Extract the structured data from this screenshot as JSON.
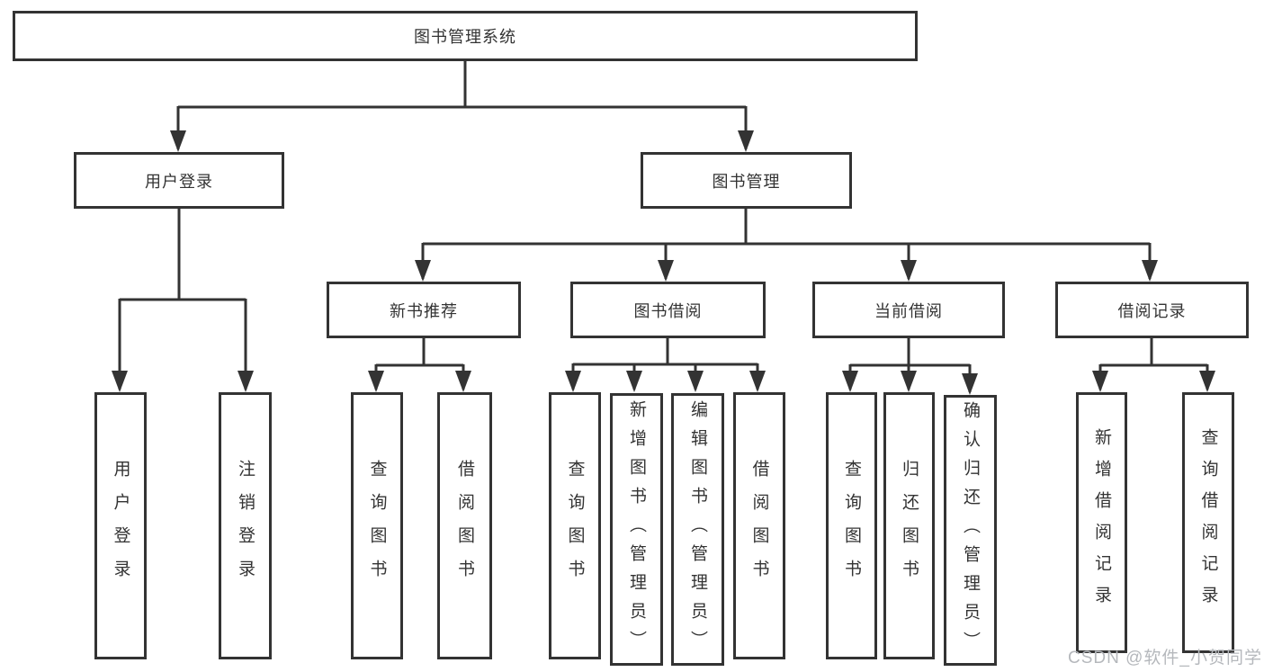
{
  "colors": {
    "line": "#333333",
    "box_border": "#333333",
    "box_fill": "#ffffff",
    "text": "#333333",
    "watermark": "#b5b8bc",
    "background": "#ffffff"
  },
  "root": {
    "label": "图书管理系统"
  },
  "level2": {
    "user_login": {
      "label": "用户登录"
    },
    "book_mgmt": {
      "label": "图书管理"
    }
  },
  "level3": {
    "new_book_rec": {
      "label": "新书推荐"
    },
    "book_borrow": {
      "label": "图书借阅"
    },
    "current_borrow": {
      "label": "当前借阅"
    },
    "borrow_records": {
      "label": "借阅记录"
    }
  },
  "leaves": {
    "user_login_leaf": {
      "label": "用户登录"
    },
    "logout_leaf": {
      "label": "注销登录"
    },
    "rec_query_books": {
      "label": "查询图书"
    },
    "rec_borrow_books": {
      "label": "借阅图书"
    },
    "bb_query_books": {
      "label": "查询图书"
    },
    "bb_add_books_admin": {
      "label": "新增图书（管理员）"
    },
    "bb_edit_books_admin": {
      "label": "编辑图书（管理员）"
    },
    "bb_borrow_books": {
      "label": "借阅图书"
    },
    "cb_query_books": {
      "label": "查询图书"
    },
    "cb_return_books": {
      "label": "归还图书"
    },
    "cb_confirm_return_admin": {
      "label": "确认归还（管理员）"
    },
    "br_add_record": {
      "label": "新增借阅记录"
    },
    "br_query_record": {
      "label": "查询借阅记录"
    }
  },
  "watermark": {
    "text": "CSDN @软件_小贺同学"
  }
}
